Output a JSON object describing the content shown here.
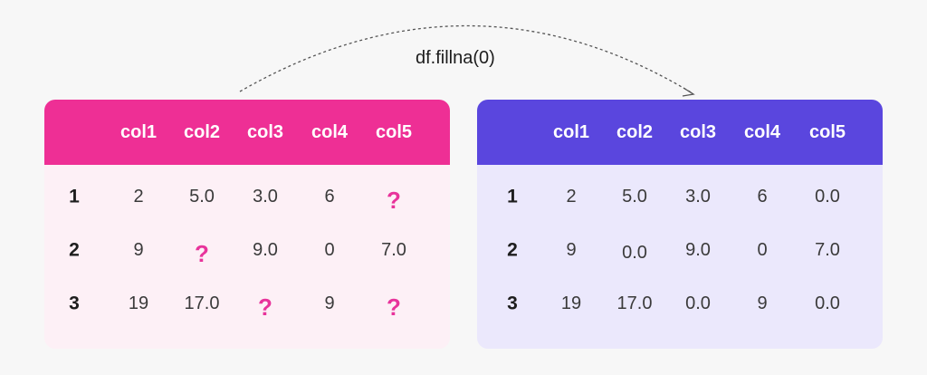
{
  "caption": "df.fillna(0)",
  "colors": {
    "left_header": "#ee2f95",
    "right_header": "#5a46de",
    "missing_marker": "#e8339b"
  },
  "left_table": {
    "columns": [
      "col1",
      "col2",
      "col3",
      "col4",
      "col5"
    ],
    "rows": [
      {
        "label": "1",
        "cells": [
          "2",
          "5.0",
          "3.0",
          "6",
          "?"
        ]
      },
      {
        "label": "2",
        "cells": [
          "9",
          "?",
          "9.0",
          "0",
          "7.0"
        ]
      },
      {
        "label": "3",
        "cells": [
          "19",
          "17.0",
          "?",
          "9",
          "?"
        ]
      }
    ]
  },
  "right_table": {
    "columns": [
      "col1",
      "col2",
      "col3",
      "col4",
      "col5"
    ],
    "rows": [
      {
        "label": "1",
        "cells": [
          "2",
          "5.0",
          "3.0",
          "6",
          "0.0"
        ]
      },
      {
        "label": "2",
        "cells": [
          "9",
          "0.0",
          "9.0",
          "0",
          "7.0"
        ]
      },
      {
        "label": "3",
        "cells": [
          "19",
          "17.0",
          "0.0",
          "9",
          "0.0"
        ]
      }
    ]
  }
}
